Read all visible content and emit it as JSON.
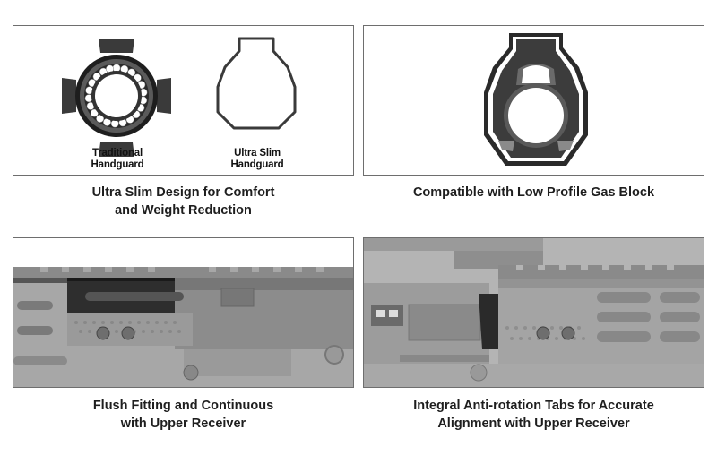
{
  "panels": {
    "top_left": {
      "caption": "Ultra Slim Design for Comfort\nand Weight Reduction",
      "label_traditional": "Traditional\nHandguard",
      "label_slim": "Ultra Slim\nHandguard"
    },
    "top_right": {
      "caption": "Compatible with Low Profile Gas Block"
    },
    "bottom_left": {
      "caption": "Flush Fitting and Continuous\nwith Upper Receiver"
    },
    "bottom_right": {
      "caption": "Integral Anti-rotation Tabs for Accurate\nAlignment with Upper Receiver"
    }
  }
}
